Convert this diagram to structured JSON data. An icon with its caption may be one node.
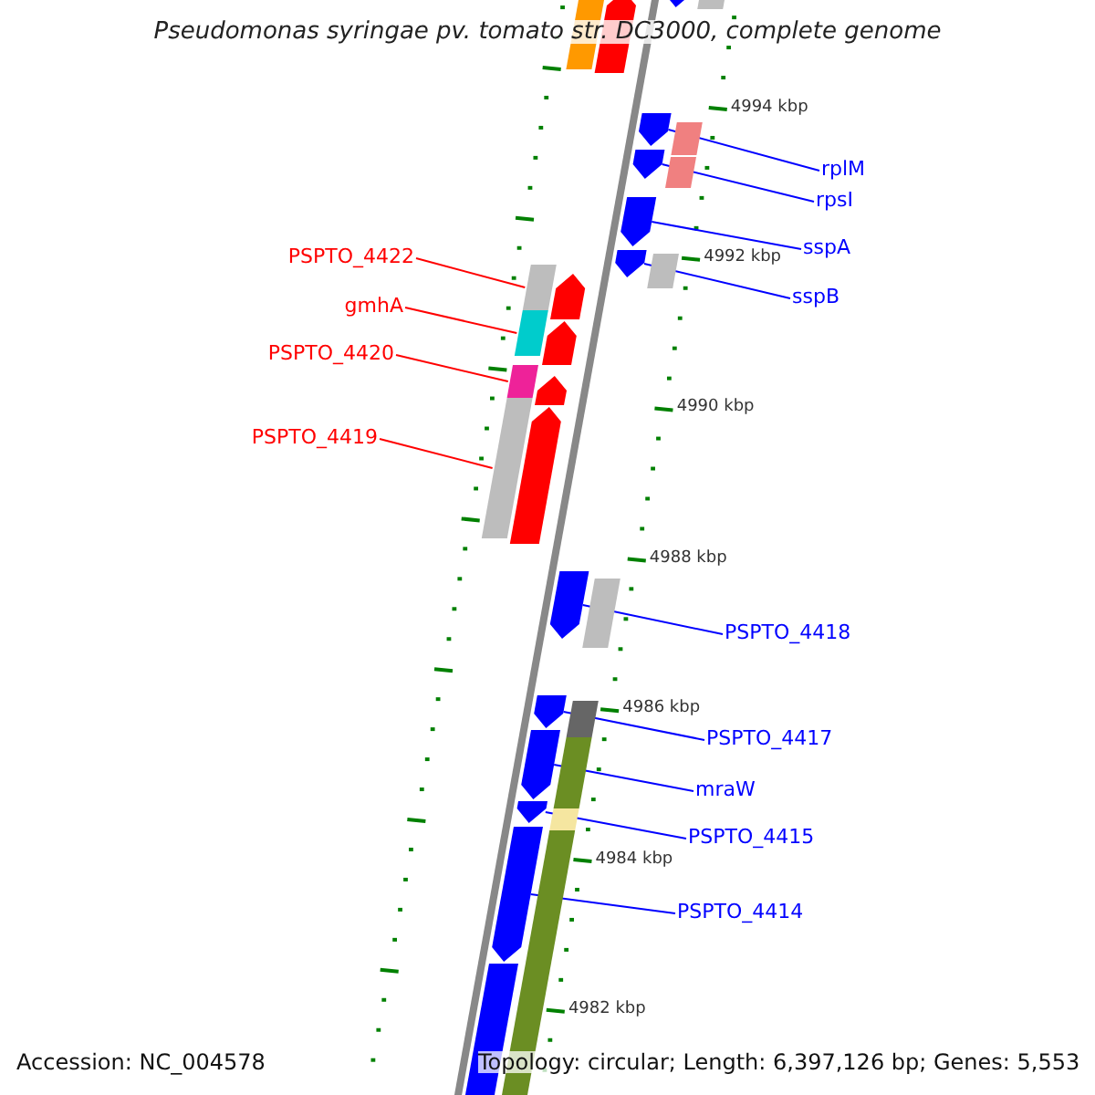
{
  "diagram": {
    "title": "Pseudomonas syringae pv. tomato str. DC3000, complete genome",
    "nodes": [
      {
        "text": [
          "rplM"
        ]
      },
      {
        "text": [
          "rpsI"
        ]
      },
      {
        "text": [
          "sspA"
        ]
      },
      {
        "text": [
          "sspB"
        ]
      },
      {
        "text": [
          "PSPTO_4422"
        ]
      },
      {
        "text": [
          "gmhA"
        ]
      },
      {
        "text": [
          "PSPTO_4420"
        ]
      },
      {
        "text": [
          "PSPTO_4419"
        ]
      },
      {
        "text": [
          "PSPTO_4418"
        ]
      },
      {
        "text": [
          "PSPTO_4417"
        ]
      },
      {
        "text": [
          "mraW"
        ]
      },
      {
        "text": [
          "PSPTO_4415"
        ]
      },
      {
        "text": [
          "PSPTO_4414"
        ]
      },
      {
        "text": [],
        "shape": "arrow"
      },
      {
        "text": [],
        "shape": "arrow"
      },
      {
        "text": [],
        "shape": "arrow"
      },
      {
        "text": [],
        "shape": "arrow"
      },
      {
        "text": [],
        "shape": "bar"
      },
      {
        "text": [],
        "shape": "bar"
      },
      {
        "text": [],
        "shape": "bar"
      },
      {
        "text": [],
        "shape": "bar"
      },
      {
        "text": [],
        "shape": "arrow"
      },
      {
        "text": [],
        "shape": "arrow"
      },
      {
        "text": [],
        "shape": "arrow"
      },
      {
        "text": [],
        "shape": "arrow"
      },
      {
        "text": [],
        "shape": "arrow"
      },
      {
        "text": [],
        "shape": "bar"
      },
      {
        "text": [],
        "shape": "arrow"
      },
      {
        "text": [],
        "shape": "arrow"
      },
      {
        "text": [],
        "shape": "bar"
      },
      {
        "text": [],
        "shape": "bar"
      },
      {
        "text": [],
        "shape": "bar"
      },
      {
        "text": [],
        "shape": "bar"
      },
      {
        "text": [],
        "shape": "arrow"
      },
      {
        "text": [],
        "shape": "arrow"
      },
      {
        "text": [],
        "shape": "arrow"
      },
      {
        "text": [],
        "shape": "arrow"
      },
      {
        "text": [],
        "shape": "bar"
      },
      {
        "text": [],
        "shape": "bar"
      },
      {
        "text": [],
        "shape": "bar"
      },
      {
        "text": [],
        "shape": "bar"
      },
      {
        "text": [],
        "shape": "bar"
      },
      {
        "text": [],
        "shape": "arrow"
      }
    ],
    "edges": [
      {
        "from": 0,
        "to": 13,
        "arrow": "none"
      },
      {
        "from": 1,
        "to": 14,
        "arrow": "none"
      },
      {
        "from": 2,
        "to": 15,
        "arrow": "none"
      },
      {
        "from": 3,
        "to": 16,
        "arrow": "none"
      },
      {
        "from": 4,
        "to": 17,
        "arrow": "none",
        "color": "#ff0000"
      },
      {
        "from": 5,
        "to": 18,
        "arrow": "none",
        "color": "#ff0000"
      },
      {
        "from": 6,
        "to": 19,
        "arrow": "none",
        "color": "#ff0000"
      },
      {
        "from": 7,
        "to": 20,
        "arrow": "none",
        "color": "#ff0000"
      },
      {
        "from": 8,
        "to": 21,
        "arrow": "none"
      },
      {
        "from": 9,
        "to": 22,
        "arrow": "none"
      },
      {
        "from": 10,
        "to": 23,
        "arrow": "none"
      },
      {
        "from": 11,
        "to": 24,
        "arrow": "none"
      },
      {
        "from": 12,
        "to": 25,
        "arrow": "none"
      }
    ],
    "labels": [
      "4994 kbp",
      "4992 kbp",
      "4990 kbp",
      "4988 kbp",
      "4986 kbp",
      "4984 kbp",
      "4982 kbp",
      "Accession: NC_004578",
      "Topology: circular; Length: 6,397,126 bp; Genes: 5,553"
    ]
  }
}
